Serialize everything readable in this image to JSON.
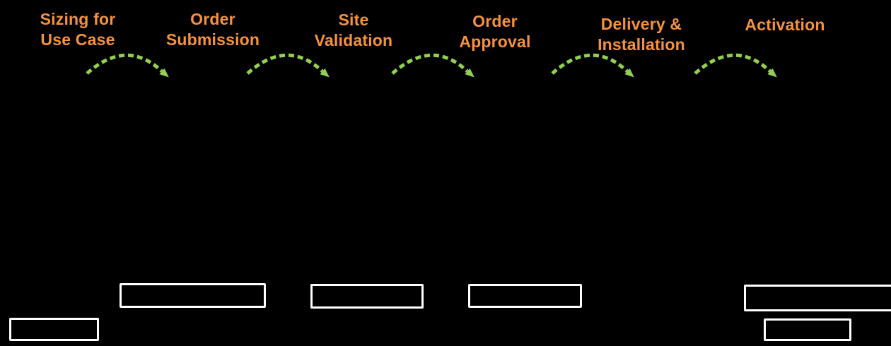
{
  "diagram": {
    "stages": [
      {
        "label": "Sizing for\nUse Case"
      },
      {
        "label": "Order\nSubmission"
      },
      {
        "label": "Site\nValidation"
      },
      {
        "label": "Order\nApproval"
      },
      {
        "label": "Delivery &\nInstallation"
      },
      {
        "label": "Activation"
      }
    ],
    "flow_arrows": 5,
    "empty_boxes": 6
  },
  "icons": {
    "flow_arrow": "curved-dashed-arrow"
  },
  "colors": {
    "bg": "#000000",
    "stage_label": "#F6923E",
    "arrow": "#92D050",
    "box_border": "#FFFFFF"
  }
}
